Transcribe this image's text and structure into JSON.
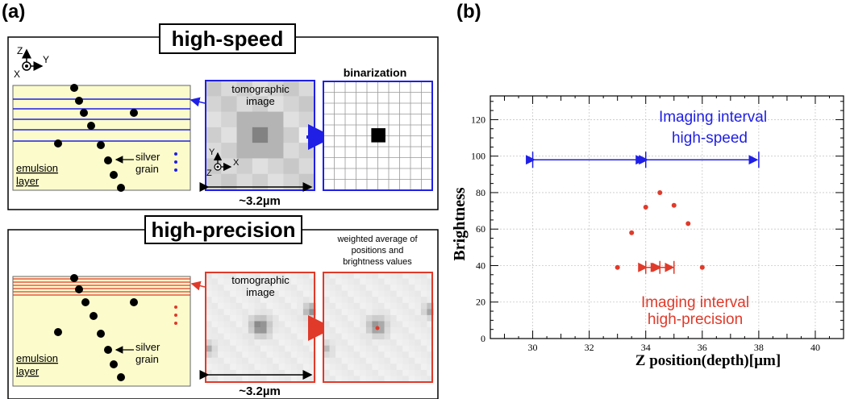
{
  "panel_a": {
    "label": "(a)",
    "high_speed": {
      "title": "high-speed",
      "axes_top": {
        "z": "Z",
        "y": "Y",
        "x": "X"
      },
      "axes_img": {
        "y": "Y",
        "x": "X",
        "z": "Z"
      },
      "layer_label_1": "emulsion",
      "layer_label_2": "layer",
      "grain_label_1": "silver",
      "grain_label_2": "grain",
      "tomo_label_1": "tomographic",
      "tomo_label_2": "image",
      "bin_label": "binarization",
      "scale": "~3.2µm"
    },
    "high_precision": {
      "title": "high-precision",
      "layer_label_1": "emulsion",
      "layer_label_2": "layer",
      "grain_label_1": "silver",
      "grain_label_2": "grain",
      "tomo_label_1": "tomographic",
      "tomo_label_2": "image",
      "wavg_label_1": "weighted average of",
      "wavg_label_2": "positions and",
      "wavg_label_3": "brightness values",
      "scale": "~3.2µm"
    },
    "colors": {
      "blue": "#1f1fe6",
      "red": "#e03a2a",
      "layer_fill": "#fbfbcc"
    }
  },
  "panel_b": {
    "label": "(b)",
    "annot_hs_1": "Imaging interval",
    "annot_hs_2": "high-speed",
    "annot_hp_1": "Imaging interval",
    "annot_hp_2": "high-precision"
  },
  "chart_data": {
    "type": "scatter",
    "xlabel": "Z position(depth)[µm]",
    "ylabel": "Brightness",
    "xlim": [
      28.5,
      41
    ],
    "ylim": [
      0,
      133
    ],
    "x_ticks": [
      "30",
      "32",
      "34",
      "36",
      "38",
      "40"
    ],
    "y_ticks": [
      "0",
      "20",
      "40",
      "60",
      "80",
      "100",
      "120"
    ],
    "grid": true,
    "series": [
      {
        "points": [
          [
            33,
            39
          ],
          [
            33.5,
            58
          ],
          [
            34,
            72
          ],
          [
            34.5,
            80
          ],
          [
            35,
            73
          ],
          [
            35.5,
            63
          ],
          [
            36,
            39
          ]
        ],
        "color": "#e03a2a"
      }
    ],
    "high_speed_interval": {
      "y": 98,
      "ticks": [
        30,
        34,
        38
      ]
    },
    "high_precision_interval": {
      "y": 39,
      "ticks": [
        34,
        34.5,
        35
      ]
    }
  }
}
